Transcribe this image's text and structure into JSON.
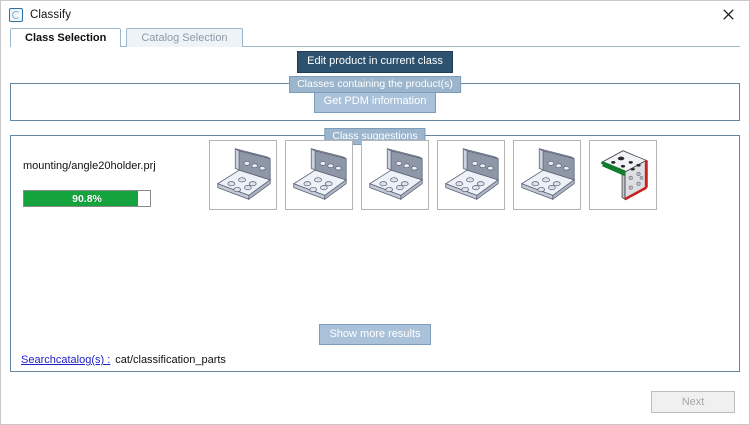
{
  "window": {
    "title": "Classify",
    "app_icon": "classify-circle-icon",
    "close_icon": "close-icon"
  },
  "tabs": [
    {
      "label": "Class Selection",
      "active": true
    },
    {
      "label": "Catalog Selection",
      "active": false
    }
  ],
  "toolbar": {
    "edit_product_label": "Edit product in current class"
  },
  "groups": {
    "classes_containing": {
      "title": "Classes containing the product(s)",
      "pdm_button_label": "Get PDM information"
    },
    "class_suggestions": {
      "title": "Class suggestions",
      "show_more_label": "Show more results"
    }
  },
  "result": {
    "filename": "mounting/angle20holder.prj",
    "progress_label": "90.8%",
    "progress_percent": 90.8,
    "progress_color": "#14a33c"
  },
  "thumbnails": [
    {
      "name": "thumbnail-angle-bracket-1",
      "variant": "bracket"
    },
    {
      "name": "thumbnail-angle-bracket-2",
      "variant": "bracket"
    },
    {
      "name": "thumbnail-angle-bracket-3",
      "variant": "bracket"
    },
    {
      "name": "thumbnail-angle-bracket-4",
      "variant": "bracket"
    },
    {
      "name": "thumbnail-angle-bracket-5",
      "variant": "bracket"
    },
    {
      "name": "thumbnail-angle-bracket-colored-6",
      "variant": "colored"
    }
  ],
  "search": {
    "link_label": "Searchcatalog(s) :",
    "value": "cat/classification_parts"
  },
  "footer": {
    "next_label": "Next",
    "next_disabled": true
  },
  "colors": {
    "accent_dark": "#2c5270",
    "accent_soft": "#a9c2da",
    "group_border": "#66859f",
    "group_title_bg": "#9bb5cd",
    "progress_green": "#14a33c",
    "link_blue": "#2020c8"
  }
}
